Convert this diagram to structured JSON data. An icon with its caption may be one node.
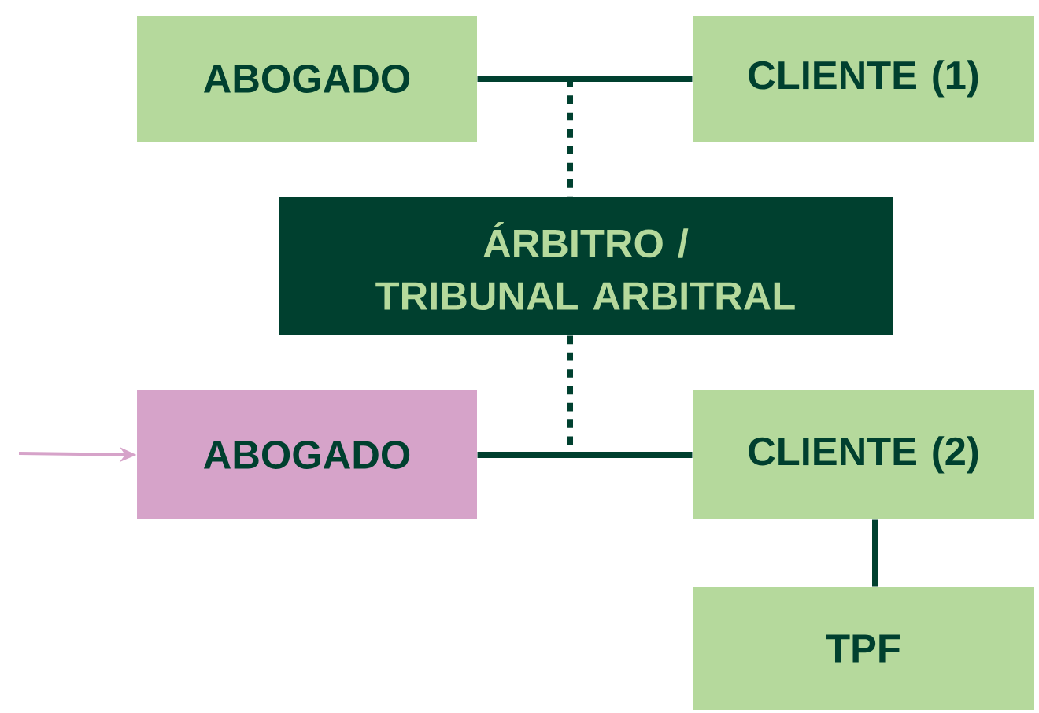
{
  "diagram": {
    "nodes": [
      {
        "text": [
          "ABOGADO"
        ]
      },
      {
        "text": [
          "CLIENTE (1)"
        ]
      },
      {
        "text": [
          "ÁRBITRO / TRIBUNAL ARBITRAL"
        ]
      },
      {
        "text": [
          "ABOGADO"
        ]
      },
      {
        "text": [
          "CLIENTE (2)"
        ]
      },
      {
        "text": [
          "TPF"
        ]
      }
    ],
    "edges": [
      {
        "from": 0,
        "to": 1,
        "arrow": "none"
      },
      {
        "from": null,
        "to": 2,
        "arrow": "none",
        "style": "dashed"
      },
      {
        "from": 2,
        "to": null,
        "arrow": "none",
        "style": "dashed"
      },
      {
        "from": 3,
        "to": 4,
        "arrow": "none"
      },
      {
        "from": 4,
        "to": 5,
        "arrow": "none"
      },
      {
        "from": null,
        "to": 3,
        "arrow": "to",
        "color": "#d6a3c9"
      }
    ]
  }
}
